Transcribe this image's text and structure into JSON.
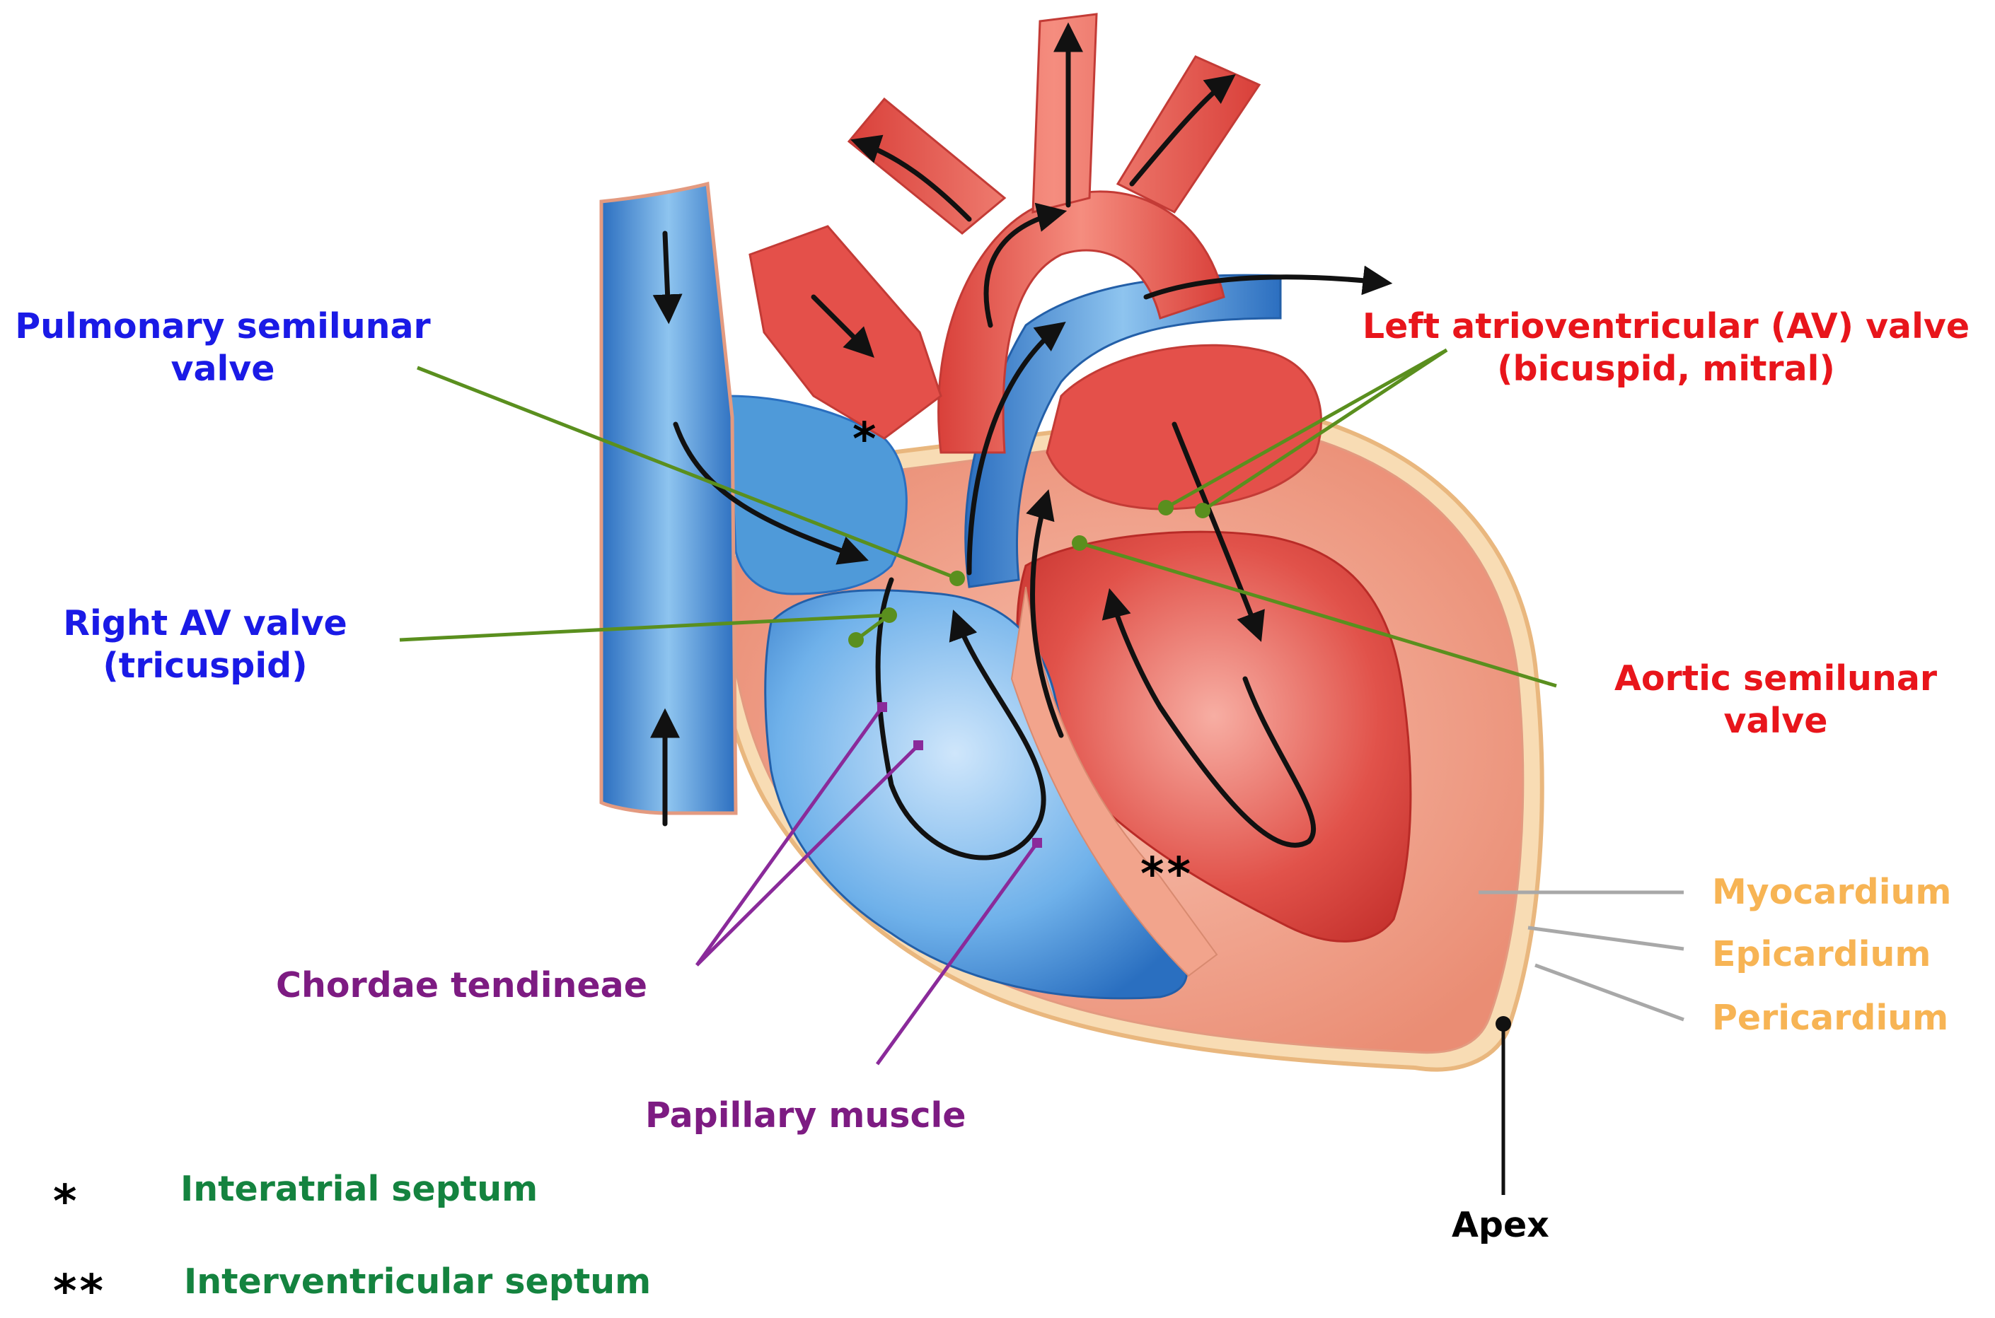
{
  "labels": {
    "pulmonary_valve": [
      "Pulmonary semilunar",
      "valve"
    ],
    "right_av_valve": [
      "Right AV valve",
      "(tricuspid)"
    ],
    "left_av_valve": [
      "Left atrioventricular (AV) valve",
      "(bicuspid, mitral)"
    ],
    "aortic_valve": [
      "Aortic semilunar",
      "valve"
    ],
    "chordae": "Chordae tendineae",
    "papillary": "Papillary muscle",
    "myocardium": "Myocardium",
    "epicardium": "Epicardium",
    "pericardium": "Pericardium",
    "apex": "Apex"
  },
  "markers": {
    "single_star": "*",
    "double_star": "**",
    "interatrial_marker": "*",
    "interventricular_marker": "**"
  },
  "legend": {
    "interatrial": {
      "symbol": "*",
      "text": "Interatrial septum"
    },
    "interventricular": {
      "symbol": "**",
      "text": "Interventricular septum"
    }
  },
  "colors": {
    "blue_label": "#1a1ae6",
    "red_label": "#e8151b",
    "purple_label": "#7d1b82",
    "orange_label": "#f7b454",
    "green_label": "#14833f",
    "leader_green": "#5a8f1e",
    "leader_purple": "#8a2a9a",
    "leader_gray": "#a8a8a8",
    "oxygenated": "#e4504a",
    "deoxygenated": "#3f8fd4",
    "myocardium": "#f2a48c"
  }
}
